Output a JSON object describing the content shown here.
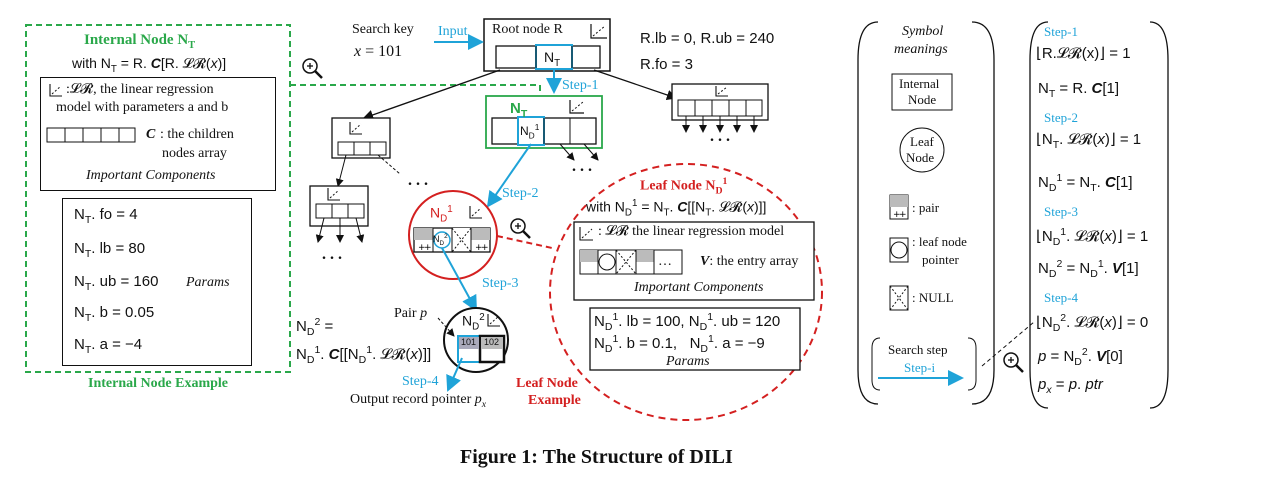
{
  "caption": "Figure 1: The Structure of DILI",
  "internal_example": {
    "title": "Internal Node N",
    "title_sub": "T",
    "with_line": "with N_T = R.C[R.𝓛𝓡(x)]",
    "lr_desc": ": 𝓛𝓡, the linear regression model with parameters a and b",
    "lr_desc_1": ":𝓛𝓡, the linear regression",
    "lr_desc_2": "model with parameters a and b",
    "children_label": "C",
    "children_desc_1": ": the children",
    "children_desc_2": "nodes array",
    "components_label": "Important Components",
    "params": [
      "N_T.fo = 4",
      "N_T.lb = 80",
      "N_T.ub = 160",
      "N_T.b = 0.05",
      "N_T.a = −4"
    ],
    "params_label": "Params",
    "footer": "Internal Node Example"
  },
  "search": {
    "key_label": "Search key",
    "key_value": "x = 101",
    "input_label": "Input",
    "root_label": "Root node R",
    "nt_label": "N_T",
    "root_params_1": "R.lb = 0,  R.ub = 240",
    "root_params_2": "R.fo = 3"
  },
  "steps": {
    "step1": "Step-1",
    "step2": "Step-2",
    "step3": "Step-3",
    "step4": "Step-4"
  },
  "tree": {
    "nt_node_label": "N_T",
    "nd1_label": "N_D^1",
    "ellipsis": ". . .",
    "pair_label": "Pair p",
    "nd2_label": "N_D^2",
    "nd2_formula_1": "N_D^2 =",
    "nd2_formula_2": "N_D^1.C[[N_D^1.𝓛𝓡(x)]]",
    "entry_101": "101",
    "entry_102": "102",
    "output_label": "Output record pointer p_x"
  },
  "leaf_example": {
    "title": "Leaf Node N",
    "with_line": "with N_D^1 = N_T.C[[N_T.𝓛𝓡(x)]]",
    "lr_desc": ": 𝓛𝓡 the linear regression model",
    "entry_desc": "V: the entry array",
    "components_label": "Important Components",
    "params_1": "N_D^1.lb = 100, N_D^1.ub = 120",
    "params_2": "N_D^1.b = 0.1,   N_D^1.a = −9",
    "params_label": "Params",
    "footer_1": "Leaf Node",
    "footer_2": "Example"
  },
  "symbols": {
    "title_1": "Symbol",
    "title_2": "meanings",
    "internal_1": "Internal",
    "internal_2": "Node",
    "leaf_1": "Leaf",
    "leaf_2": "Node",
    "pair": ": pair",
    "leaf_ptr_1": ": leaf node",
    "leaf_ptr_2": "pointer",
    "null": ": NULL",
    "search_step": "Search step",
    "step_i": "Step-i"
  },
  "steps_panel": {
    "step1": "Step-1",
    "eq1a": "⌊R.𝓛𝓡(x)⌋ = 1",
    "eq1b": "N_T = R.C[1]",
    "step2": "Step-2",
    "eq2a": "⌊N_T.𝓛𝓡(x)⌋ = 1",
    "eq2b": "N_D^1 = N_T.C[1]",
    "step3": "Step-3",
    "eq3a": "⌊N_D^1.𝓛𝓡(x)⌋ = 1",
    "eq3b": "N_D^2 = N_D^1.V[1]",
    "step4": "Step-4",
    "eq4a": "⌊N_D^2.𝓛𝓡(x)⌋ = 0",
    "eq4b": "p = N_D^2.V[0]",
    "eq4c": "p_x = p.ptr"
  },
  "colors": {
    "green": "#2aa84a",
    "red": "#d42020",
    "blue": "#1fa3d8"
  }
}
